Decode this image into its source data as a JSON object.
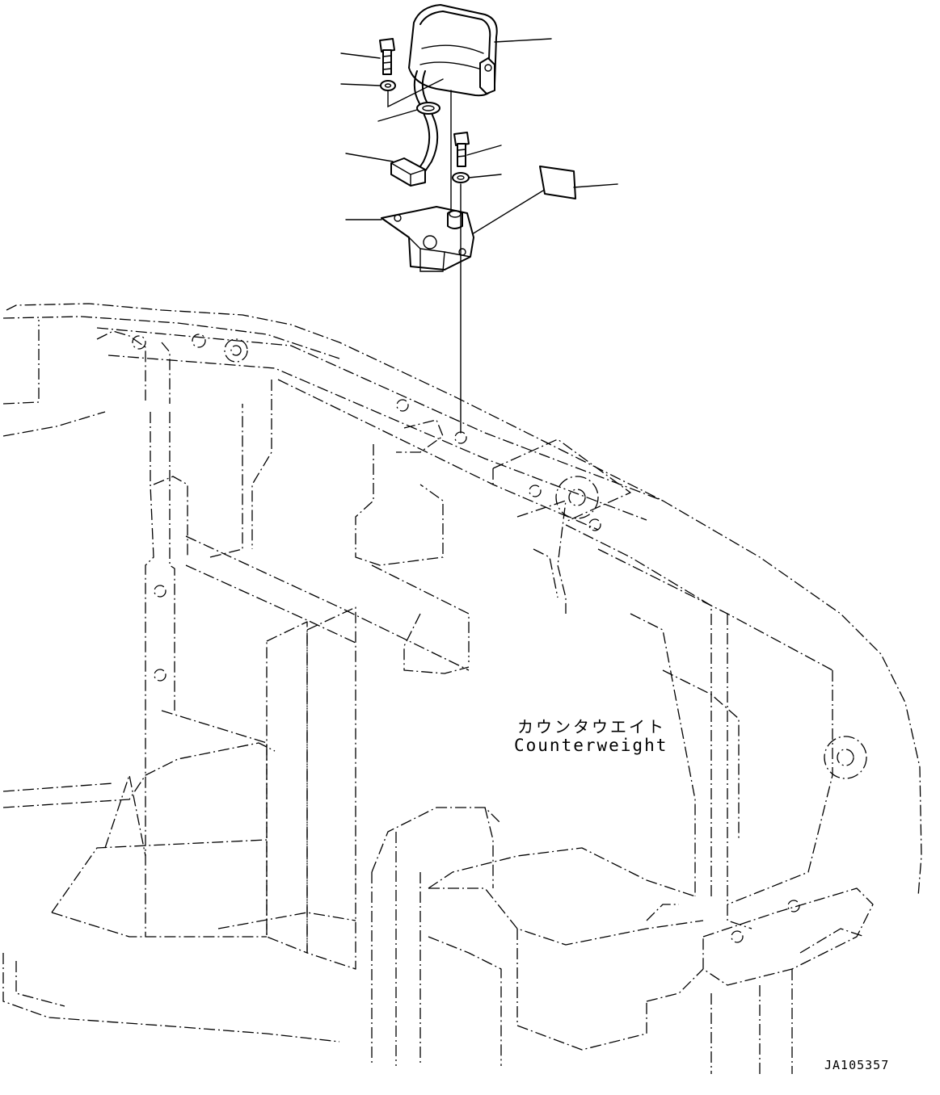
{
  "annotations": {
    "counterweight_jp": "カウンタウエイト",
    "counterweight_en": "Counterweight",
    "drawing_code": "JA105357"
  },
  "parts": {
    "lamp": {
      "name": "lamp-icon"
    },
    "bolt_upper": {
      "name": "bolt-icon"
    },
    "washer_upper": {
      "name": "washer-icon"
    },
    "grommet": {
      "name": "grommet-icon"
    },
    "connector": {
      "name": "connector-icon"
    },
    "bolt_lower": {
      "name": "bolt-icon"
    },
    "washer_lower": {
      "name": "washer-icon"
    },
    "bracket": {
      "name": "bracket-icon"
    },
    "pad": {
      "name": "pad-icon"
    }
  },
  "colors": {
    "line": "#000000",
    "background": "#ffffff"
  }
}
